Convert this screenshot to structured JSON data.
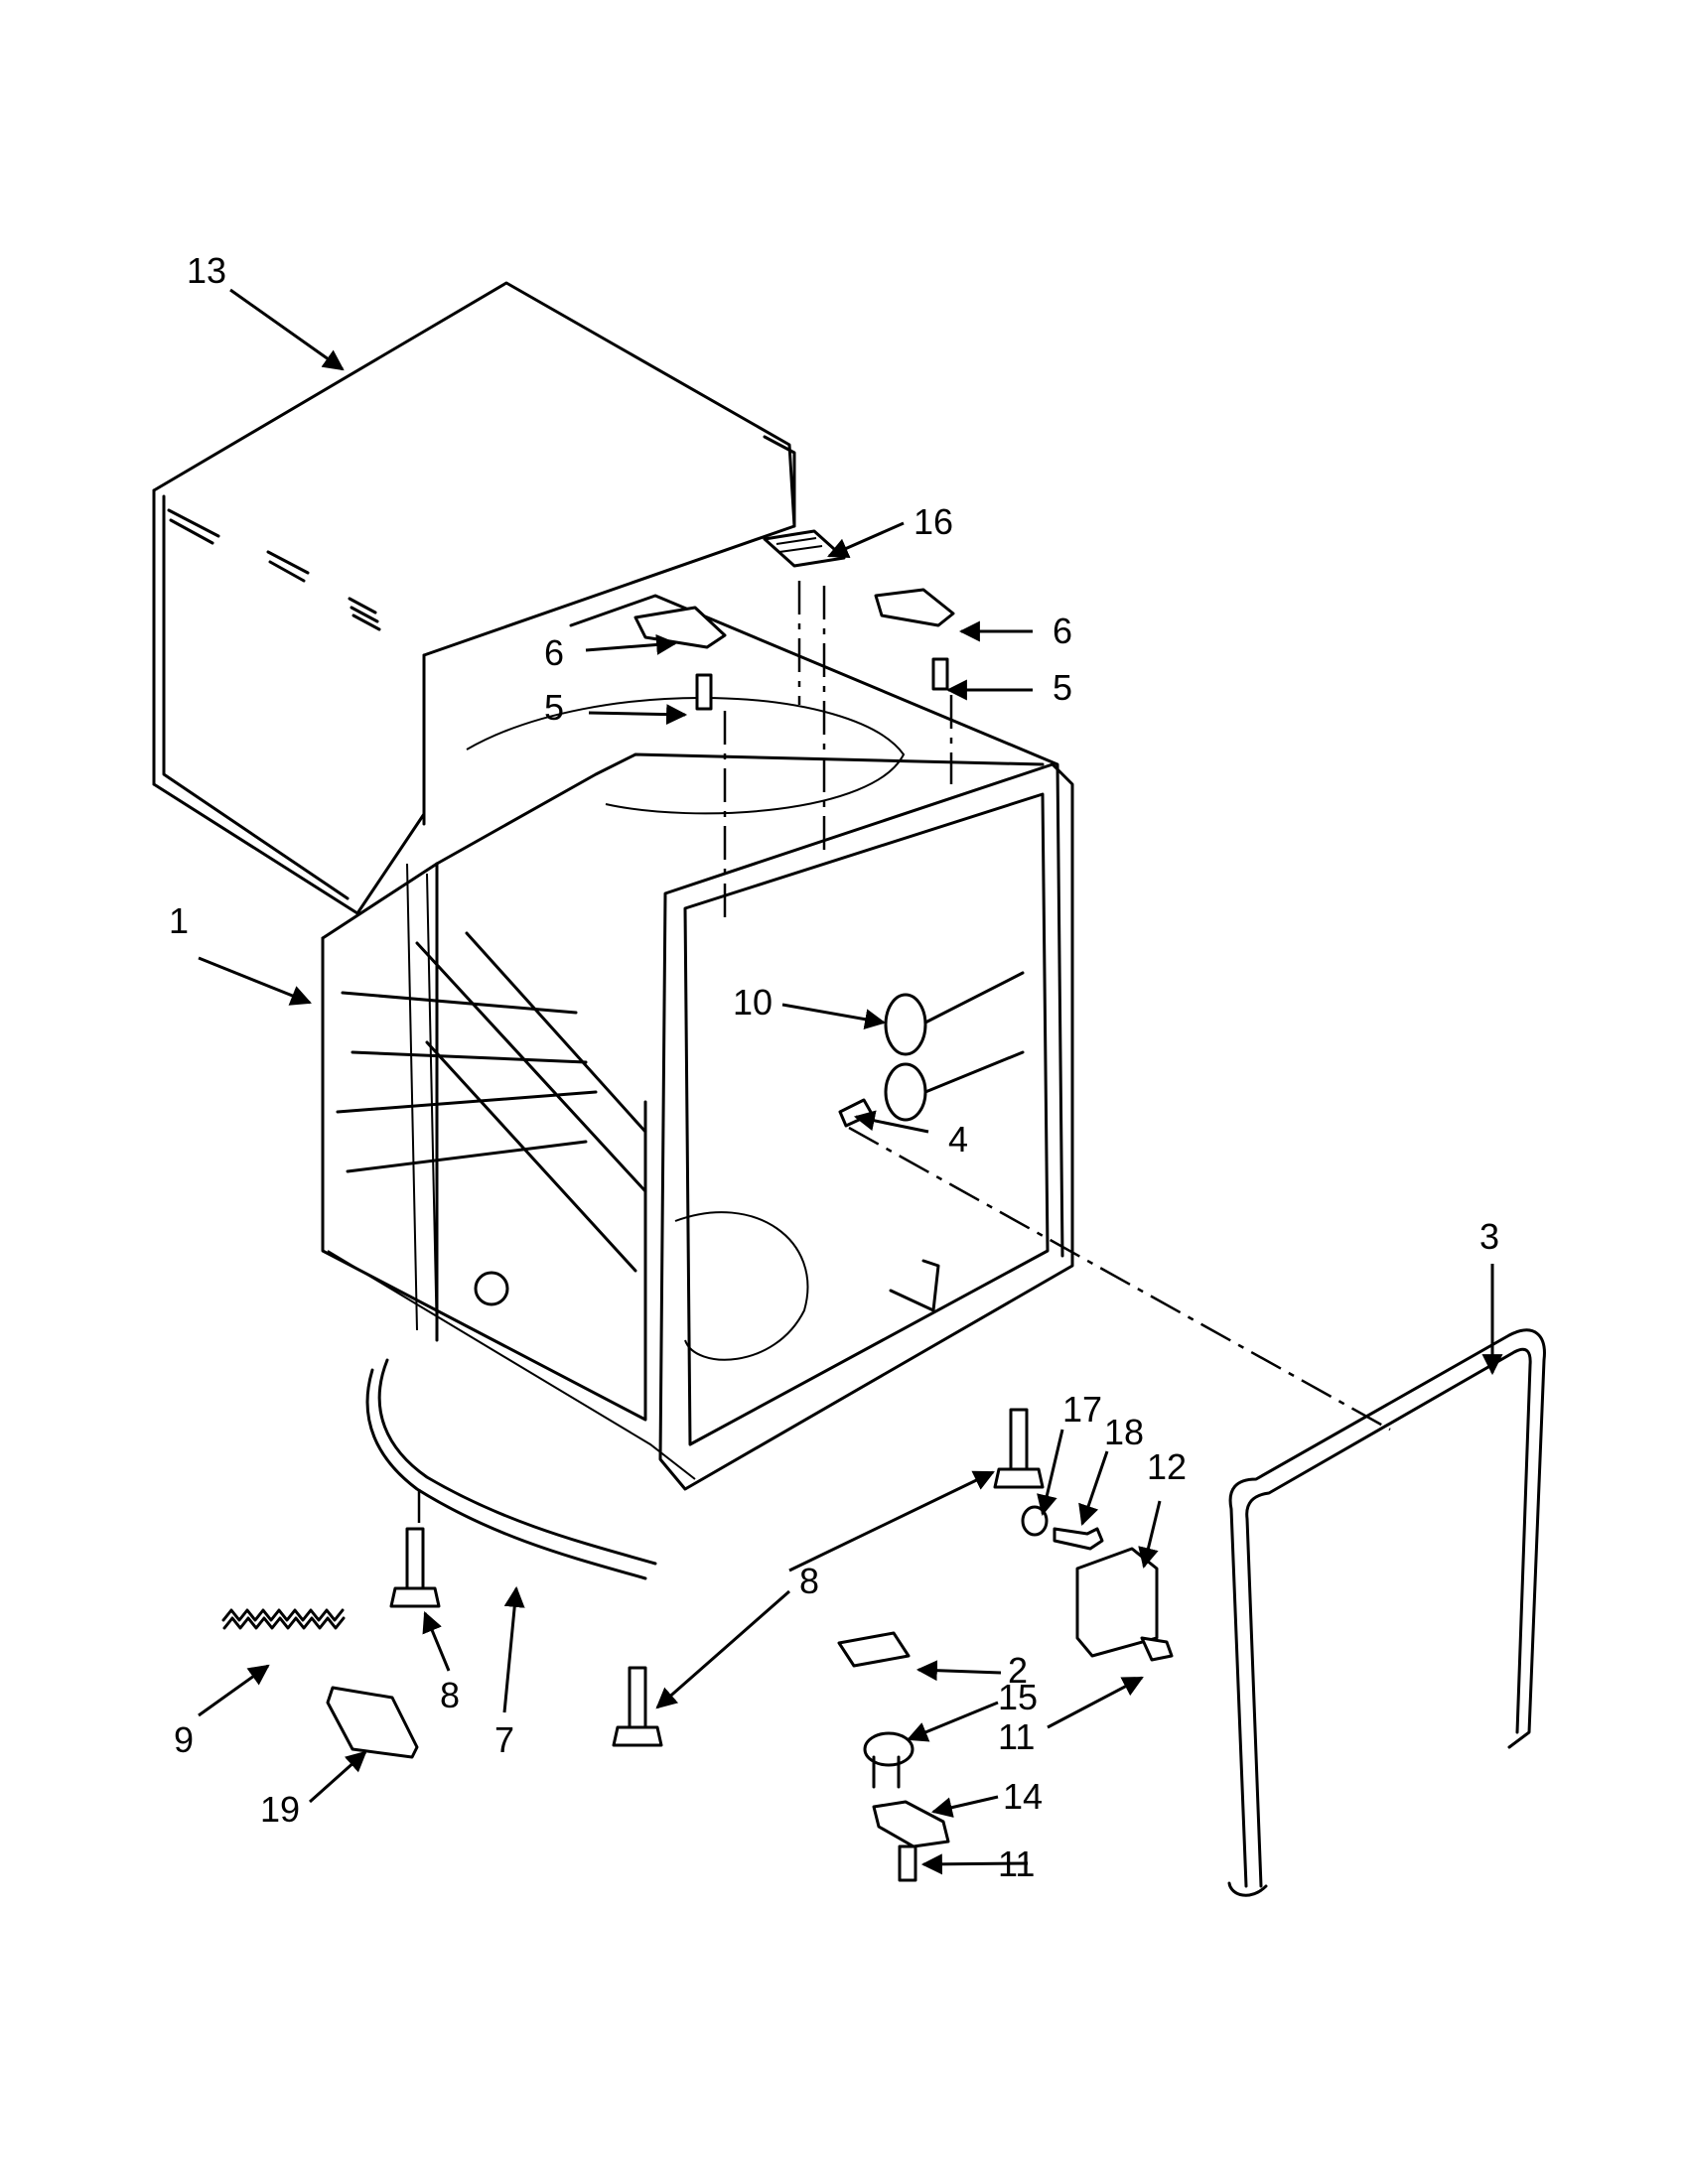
{
  "diagram": {
    "callouts": {
      "c1": "1",
      "c2": "2",
      "c3": "3",
      "c4": "4",
      "c5a": "5",
      "c5b": "5",
      "c6a": "6",
      "c6b": "6",
      "c7": "7",
      "c8a": "8",
      "c8b": "8",
      "c9": "9",
      "c10": "10",
      "c11a": "11",
      "c11b": "11",
      "c12": "12",
      "c13": "13",
      "c14": "14",
      "c15": "15",
      "c16": "16",
      "c17": "17",
      "c18": "18",
      "c19": "19"
    }
  }
}
